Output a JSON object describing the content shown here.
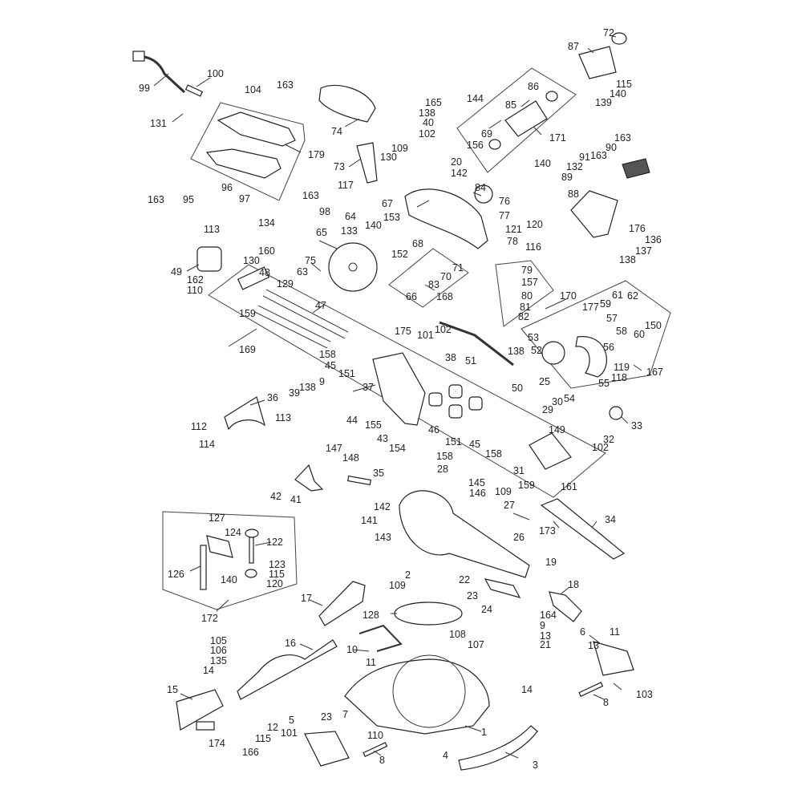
{
  "labels": {
    "l1": "1",
    "l2": "2",
    "l3": "3",
    "l4": "4",
    "l5": "5",
    "l6": "6",
    "l7": "7",
    "l8a": "8",
    "l8b": "8",
    "l9a": "9",
    "l9b": "9",
    "l10": "10",
    "l11a": "11",
    "l11b": "11",
    "l12": "12",
    "l13a": "13",
    "l13b": "13",
    "l14a": "14",
    "l14b": "14",
    "l15": "15",
    "l16": "16",
    "l17": "17",
    "l18": "18",
    "l19": "19",
    "l20": "20",
    "l21": "21",
    "l22": "22",
    "l23a": "23",
    "l23b": "23",
    "l24": "24",
    "l25": "25",
    "l26": "26",
    "l27": "27",
    "l28": "28",
    "l29": "29",
    "l30": "30",
    "l31": "31",
    "l32": "32",
    "l33": "33",
    "l34": "34",
    "l35": "35",
    "l36": "36",
    "l37": "37",
    "l38": "38",
    "l39": "39",
    "l40": "40",
    "l41": "41",
    "l42": "42",
    "l43": "43",
    "l44": "44",
    "l45a": "45",
    "l45b": "45",
    "l46": "46",
    "l47": "47",
    "l48": "48",
    "l49": "49",
    "l50": "50",
    "l51": "51",
    "l52": "52",
    "l53": "53",
    "l54": "54",
    "l55": "55",
    "l56": "56",
    "l57": "57",
    "l58": "58",
    "l59": "59",
    "l60": "60",
    "l61": "61",
    "l62": "62",
    "l63": "63",
    "l64": "64",
    "l65": "65",
    "l66": "66",
    "l67": "67",
    "l68": "68",
    "l69": "69",
    "l70": "70",
    "l71": "71",
    "l72": "72",
    "l73": "73",
    "l74": "74",
    "l75": "75",
    "l76": "76",
    "l77": "77",
    "l78": "78",
    "l79": "79",
    "l80": "80",
    "l81": "81",
    "l82": "82",
    "l83": "83",
    "l84": "84",
    "l85": "85",
    "l86": "86",
    "l87": "87",
    "l88": "88",
    "l89": "89",
    "l90": "90",
    "l91": "91",
    "l95": "95",
    "l96": "96",
    "l97": "97",
    "l98": "98",
    "l99": "99",
    "l100": "100",
    "l101a": "101",
    "l101b": "101",
    "l102a": "102",
    "l102b": "102",
    "l102c": "102",
    "l103": "103",
    "l104": "104",
    "l105": "105",
    "l106": "106",
    "l107": "107",
    "l108": "108",
    "l109a": "109",
    "l109b": "109",
    "l109c": "109",
    "l110a": "110",
    "l110b": "110",
    "l112": "112",
    "l113a": "113",
    "l113b": "113",
    "l114": "114",
    "l115a": "115",
    "l115b": "115",
    "l115c": "115",
    "l116": "116",
    "l117": "117",
    "l118": "118",
    "l119": "119",
    "l120a": "120",
    "l120b": "120",
    "l121": "121",
    "l122": "122",
    "l123": "123",
    "l124": "124",
    "l126": "126",
    "l127": "127",
    "l128": "128",
    "l129": "129",
    "l130a": "130",
    "l130b": "130",
    "l131": "131",
    "l132": "132",
    "l133": "133",
    "l134": "134",
    "l135": "135",
    "l136": "136",
    "l137": "137",
    "l138a": "138",
    "l138b": "138",
    "l138c": "138",
    "l138d": "138",
    "l139": "139",
    "l140a": "140",
    "l140b": "140",
    "l140c": "140",
    "l140d": "140",
    "l141": "141",
    "l142a": "142",
    "l142b": "142",
    "l143": "143",
    "l144": "144",
    "l145": "145",
    "l146": "146",
    "l147": "147",
    "l148": "148",
    "l149": "149",
    "l150": "150",
    "l151a": "151",
    "l151b": "151",
    "l152": "152",
    "l153": "153",
    "l154": "154",
    "l155": "155",
    "l156": "156",
    "l157": "157",
    "l158a": "158",
    "l158b": "158",
    "l158c": "158",
    "l159a": "159",
    "l159b": "159",
    "l160": "160",
    "l161": "161",
    "l162": "162",
    "l163a": "163",
    "l163b": "163",
    "l163c": "163",
    "l163d": "163",
    "l163e": "163",
    "l164": "164",
    "l165": "165",
    "l166": "166",
    "l167": "167",
    "l168": "168",
    "l169": "169",
    "l170": "170",
    "l171": "171",
    "l172": "172",
    "l173": "173",
    "l174": "174",
    "l175": "175",
    "l176": "176",
    "l177": "177",
    "l179": "179"
  }
}
